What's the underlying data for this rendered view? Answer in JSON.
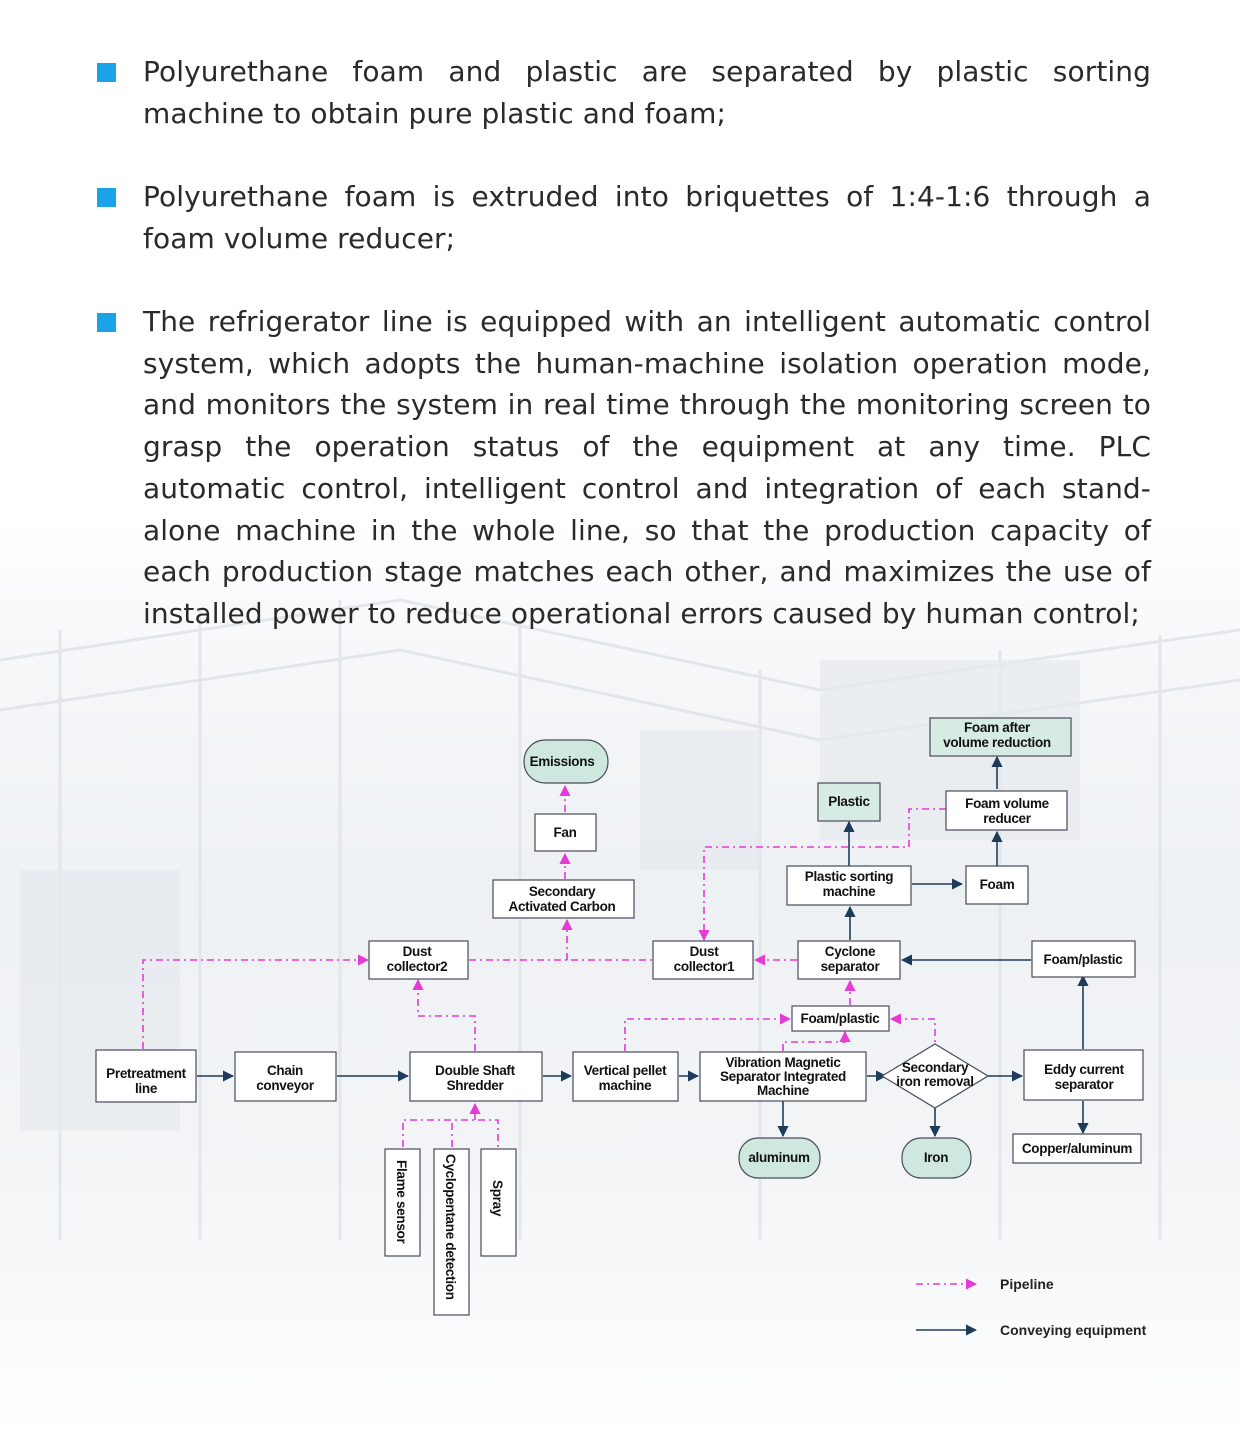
{
  "bullets": [
    "Polyurethane foam and plastic are separated by plastic sorting machine to obtain pure plastic and foam;",
    "Polyurethane foam is extruded into briquettes of 1:4-1:6 through a foam volume reducer;",
    "The refrigerator line is equipped with an intelligent automatic control system, which adopts the human-machine isolation operation mode, and monitors the system in real time through the monitoring screen to grasp the operation status of the equipment at any time. PLC automatic control, intelligent control and integration of each stand-alone machine in the whole line, so that the production capacity of each production stage matches each other, and maximizes the use of installed power to reduce operational errors caused by human control;"
  ],
  "colors": {
    "bullet": "#1aa3e8",
    "pipeline": "#e53ad6",
    "conveying": "#1f3b5a",
    "output_fill": "#cfe8df"
  },
  "nodes": {
    "emissions": "Emissions",
    "fan": "Fan",
    "carbon_1": "Secondary",
    "carbon_2": "Activated Carbon",
    "dust2_1": "Dust",
    "dust2_2": "collector2",
    "dust1_1": "Dust",
    "dust1_2": "collector1",
    "cyclone_1": "Cyclone",
    "cyclone_2": "separator",
    "plastic_sorting_1": "Plastic sorting",
    "plastic_sorting_2": "machine",
    "plastic": "Plastic",
    "foam": "Foam",
    "foam_reducer_1": "Foam volume",
    "foam_reducer_2": "reducer",
    "foam_after_1": "Foam after",
    "foam_after_2": "volume reduction",
    "foam_plastic_right": "Foam/plastic",
    "foam_plastic_mid": "Foam/plastic",
    "pretreat_1": "Pretreatment",
    "pretreat_2": "line",
    "chain_1": "Chain",
    "chain_2": "conveyor",
    "shredder_1": "Double Shaft",
    "shredder_2": "Shredder",
    "pellet_1": "Vertical pellet",
    "pellet_2": "machine",
    "vibration_1": "Vibration Magnetic",
    "vibration_2": "Separator Integrated",
    "vibration_3": "Machine",
    "secondary_iron_1": "Secondary",
    "secondary_iron_2": "iron removal",
    "eddy_1": "Eddy current",
    "eddy_2": "separator",
    "copper": "Copper/aluminum",
    "aluminum": "aluminum",
    "iron": "Iron",
    "flame": "Flame sensor",
    "cyclopentane": "Cyclopentane detection",
    "spray": "Spray"
  },
  "legend": {
    "pipeline": "Pipeline",
    "conveying": "Conveying equipment"
  }
}
